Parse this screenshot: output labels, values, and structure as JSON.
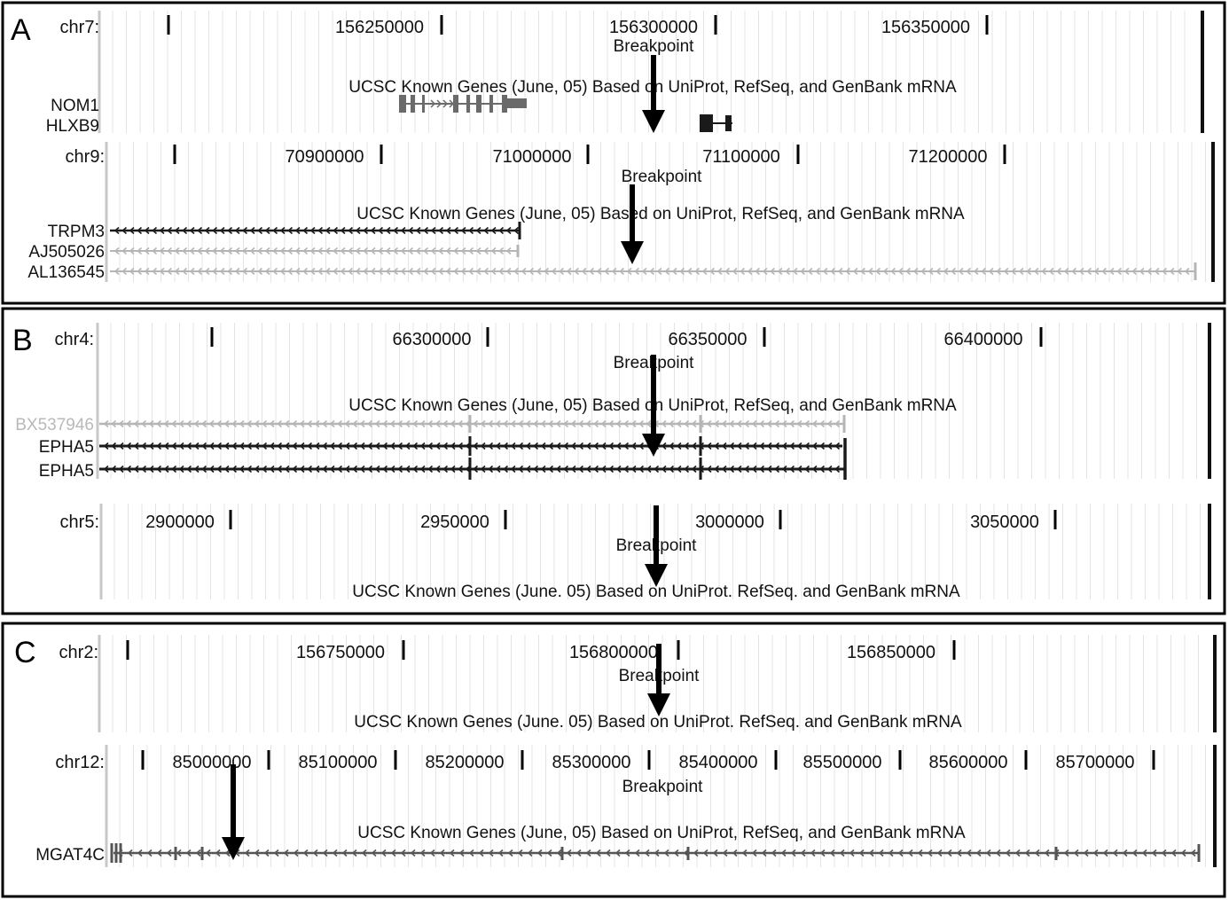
{
  "track_title": "UCSC Known Genes (June, 05) Based on UniProt, RefSeq, and GenBank mRNA",
  "track_title_alt": "UCSC Known Genes (June. 05) Based on UniProt. RefSeq. and GenBank mRNA",
  "breakpoint_label": "Breakpoint",
  "panels": [
    {
      "letter": "A",
      "tracks": [
        {
          "chrom": "chr7:",
          "ticks": [
            "",
            "156250000",
            "156300000",
            "156350000"
          ],
          "genes": [
            {
              "name": "NOM1",
              "style": "exons"
            },
            {
              "name": "HLXB9",
              "style": "exons"
            }
          ]
        },
        {
          "chrom": "chr9:",
          "ticks": [
            "",
            "70900000",
            "71000000",
            "71100000",
            "71200000"
          ],
          "genes": [
            {
              "name": "TRPM3",
              "style": "dark"
            },
            {
              "name": "AJ505026",
              "style": "light"
            },
            {
              "name": "AL136545",
              "style": "light"
            }
          ]
        }
      ]
    },
    {
      "letter": "B",
      "tracks": [
        {
          "chrom": "chr4:",
          "ticks": [
            "",
            "66300000",
            "66350000",
            "66400000"
          ],
          "genes": [
            {
              "name": "BX537946",
              "style": "light"
            },
            {
              "name": "EPHA5",
              "style": "dark"
            },
            {
              "name": "EPHA5",
              "style": "dark"
            }
          ]
        },
        {
          "chrom": "chr5:",
          "ticks": [
            "2900000",
            "2950000",
            "3000000",
            "3050000"
          ],
          "genes": []
        }
      ]
    },
    {
      "letter": "C",
      "tracks": [
        {
          "chrom": "chr2:",
          "ticks": [
            "",
            "156750000",
            "156800000",
            "156850000"
          ],
          "genes": []
        },
        {
          "chrom": "chr12:",
          "ticks": [
            "85000000",
            "85100000",
            "85200000",
            "85300000",
            "85400000",
            "85500000",
            "85600000",
            "85700000"
          ],
          "genes": [
            {
              "name": "MGAT4C",
              "style": "mid"
            }
          ]
        }
      ]
    }
  ],
  "colors": {
    "frame": "#000000",
    "gene_dark": "#1a1a1a",
    "gene_mid": "#555555",
    "gene_light": "#b5b5b5",
    "exon_gray": "#6a6a6a",
    "gridline": "#e4e4e4"
  }
}
